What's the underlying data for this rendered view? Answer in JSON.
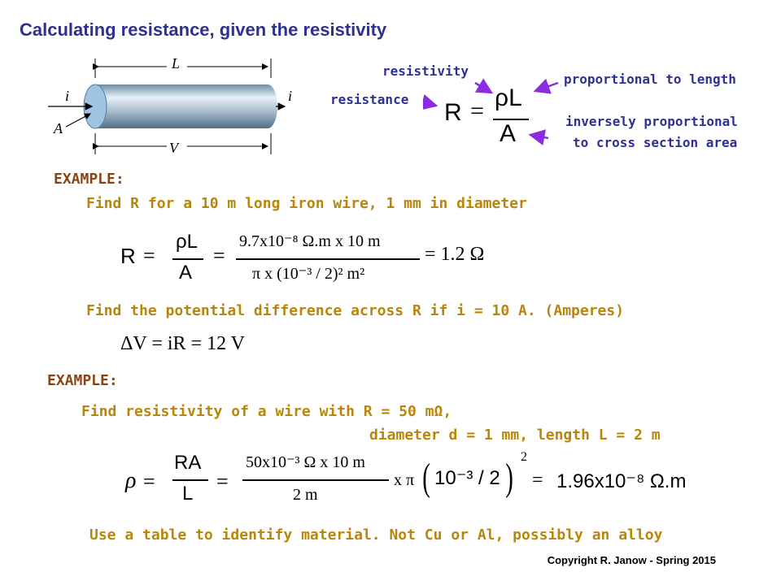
{
  "title": "Calculating resistance, given the resistivity",
  "figure": {
    "label_L": "L",
    "label_V": "V",
    "label_i": "i",
    "label_A": "A"
  },
  "formula": {
    "label_resistivity": "resistivity",
    "label_resistance": "resistance",
    "label_proportional": "proportional to length",
    "label_inverse1": "inversely proportional",
    "label_inverse2": "to cross section area",
    "lhs": "R",
    "num": "ρL",
    "den": "A"
  },
  "example1": {
    "heading": "EXAMPLE:",
    "prompt": "Find R for a 10 m long iron wire, 1 mm in diameter",
    "eq_lhs": "R",
    "frac1_num": "ρL",
    "frac1_den": "A",
    "frac2_num": "9.7x10⁻⁸ Ω.m x 10 m",
    "frac2_den": "π x (10⁻³ / 2)² m²",
    "result": "1.2 Ω",
    "prompt2": "Find the potential difference across R if i = 10 A. (Amperes)",
    "dv_eq": "ΔV = iR = 12 V"
  },
  "example2": {
    "heading": "EXAMPLE:",
    "prompt_line1": "Find resistivity of a wire with R = 50 mΩ,",
    "prompt_line2": "diameter d = 1 mm, length L = 2 m",
    "eq_lhs": "ρ",
    "frac1_num": "RA",
    "frac1_den": "L",
    "frac2_num": "50x10⁻³ Ω x 10 m",
    "frac2_den": "2 m",
    "times_pi": "x π",
    "paren_expr": "10⁻³ / 2",
    "paren_exp": "2",
    "result": "1.96x10⁻⁸ Ω.m",
    "conclusion": "Use a table to identify material.  Not Cu or Al, possibly an alloy"
  },
  "copyright": "Copyright R. Janow -  Spring 2015"
}
